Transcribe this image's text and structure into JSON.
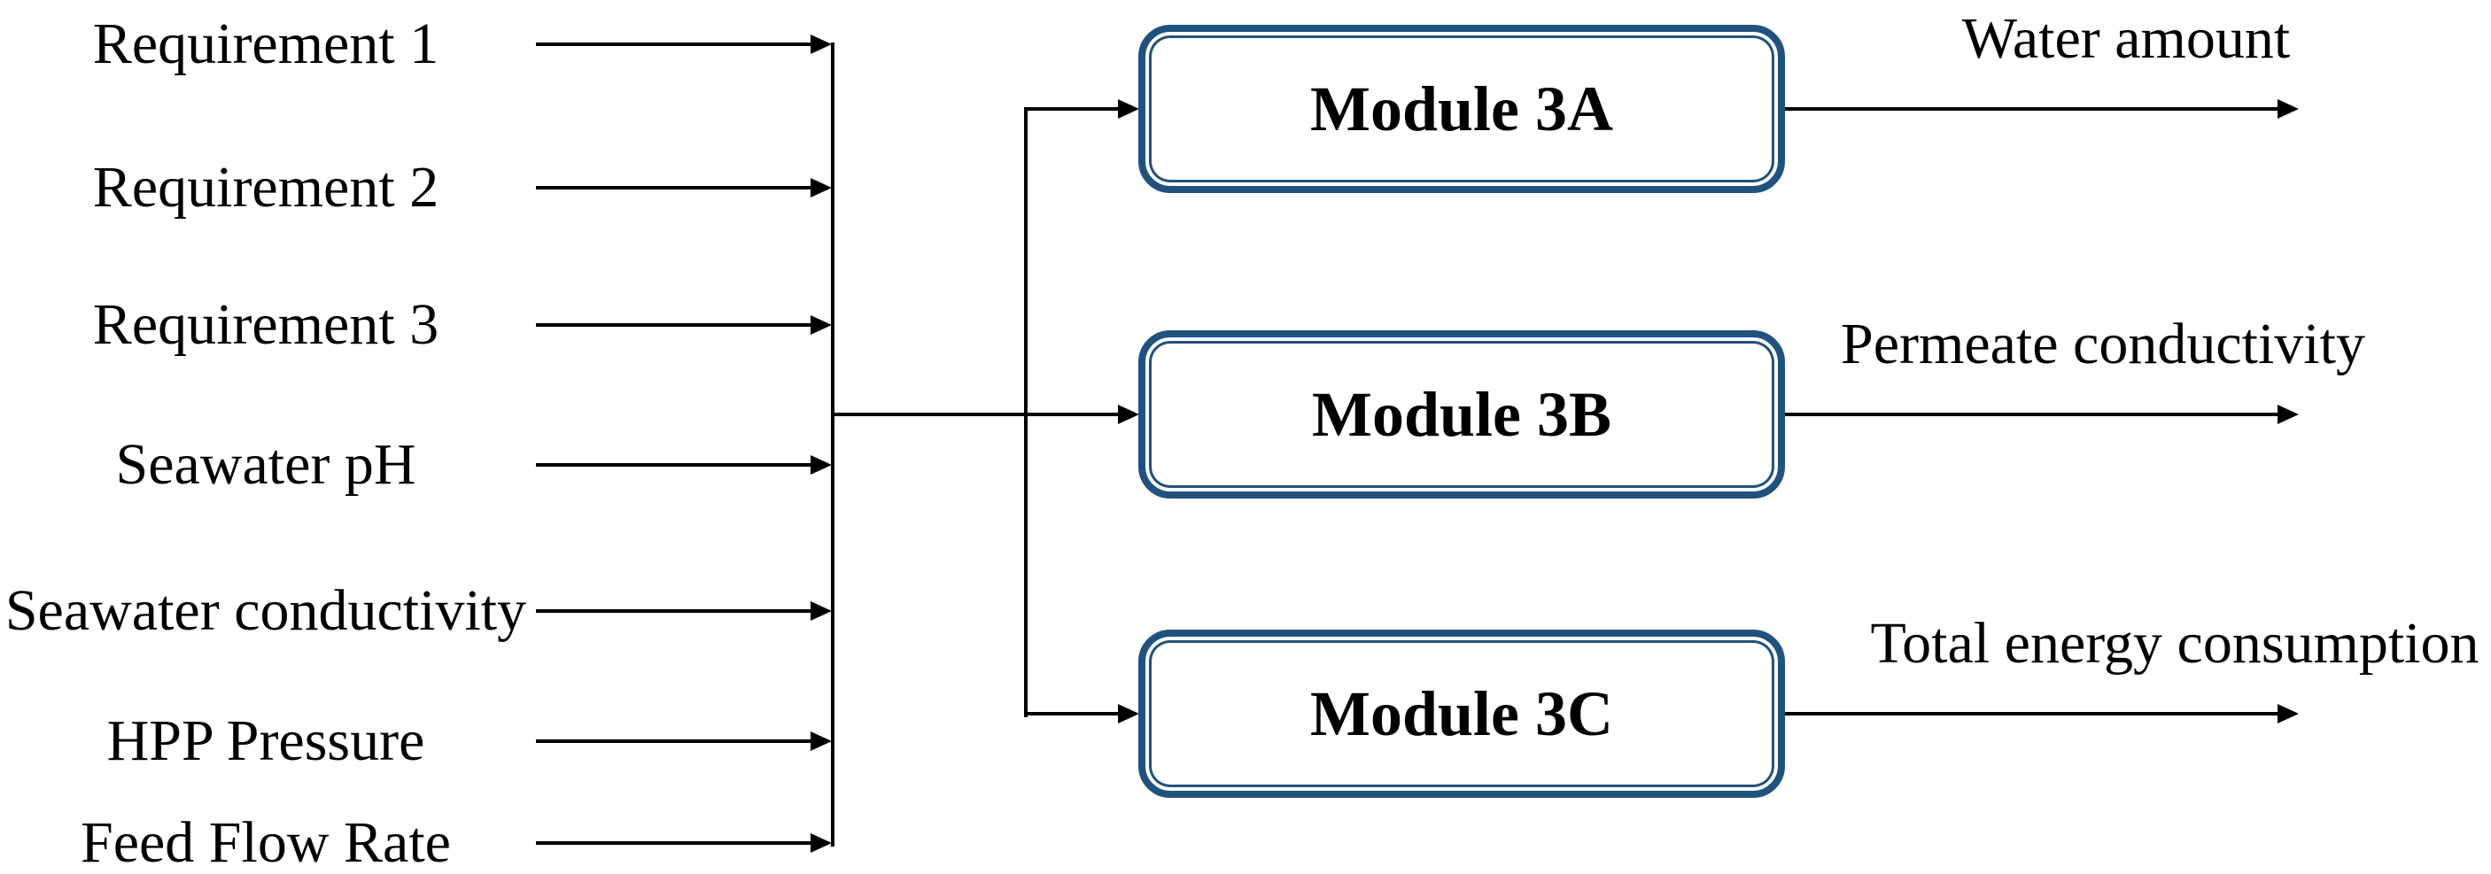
{
  "diagram": {
    "background_color": "#ffffff",
    "line_color": "#000000",
    "text_color": "#000000",
    "module_border_color": "#21527e",
    "module_fill_color": "#ffffff",
    "inputs": [
      "Requirement 1",
      "Requirement 2",
      "Requirement 3",
      "Seawater pH",
      "Seawater conductivity",
      "HPP Pressure",
      "Feed Flow Rate"
    ],
    "modules": [
      {
        "label": "Module 3A",
        "output": "Water amount"
      },
      {
        "label": "Module 3B",
        "output": "Permeate conductivity"
      },
      {
        "label": "Module 3C",
        "output": "Total energy consumption"
      }
    ],
    "edges": [
      {
        "from": "inputs",
        "to": "Module 3A"
      },
      {
        "from": "inputs",
        "to": "Module 3B"
      },
      {
        "from": "inputs",
        "to": "Module 3C"
      },
      {
        "from": "Module 3A",
        "to": "Water amount"
      },
      {
        "from": "Module 3B",
        "to": "Permeate conductivity"
      },
      {
        "from": "Module 3C",
        "to": "Total energy consumption"
      }
    ]
  }
}
